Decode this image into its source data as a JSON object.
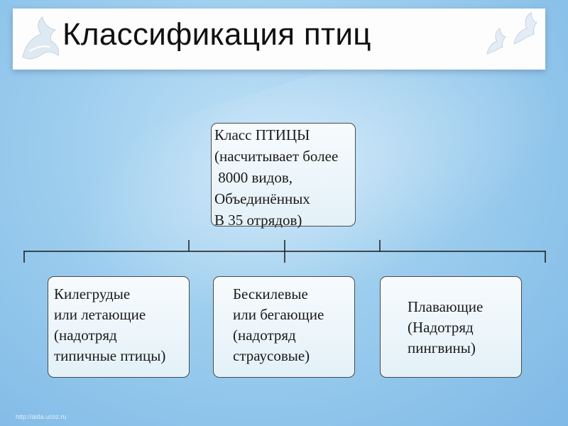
{
  "title": "Классификация птиц",
  "root": {
    "lines": [
      "Класс ПТИЦЫ",
      "(насчитывает более",
      " 8000 видов,",
      "Объединённых",
      "В 35 отрядов)"
    ]
  },
  "children": [
    {
      "lines": [
        "Килегрудые",
        "или летающие",
        "(надотряд",
        "типичные птицы)"
      ]
    },
    {
      "lines": [
        "Бескилевые",
        "или бегающие",
        "(надотряд",
        "страусовые)"
      ]
    },
    {
      "lines": [
        "Плавающие",
        "(Надотряд",
        "пингвины)"
      ]
    }
  ],
  "footer_url": "http://aida.ucoz.ru",
  "icons": [
    "dove-icon-left",
    "dove-icon-right-small",
    "dove-icon-right"
  ]
}
